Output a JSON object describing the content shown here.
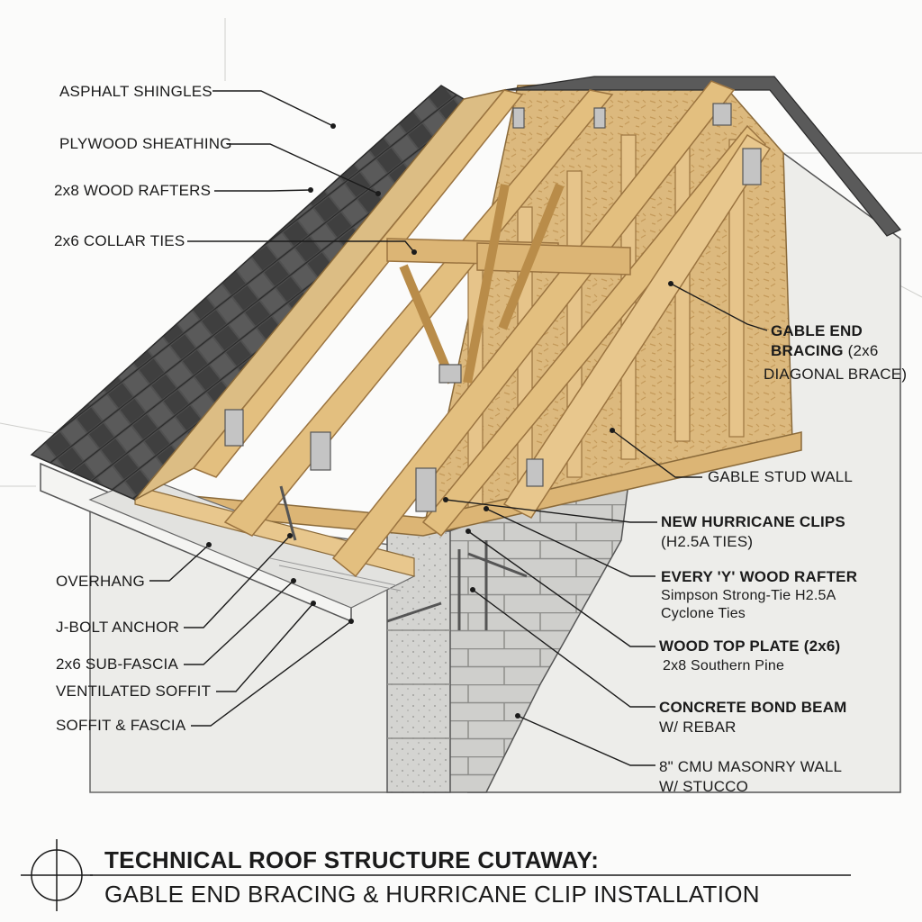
{
  "labels": {
    "asphalt_shingles": "ASPHALT SHINGLES",
    "plywood_sheathing": "PLYWOOD SHEATHING",
    "wood_rafters": "2x8 WOOD RAFTERS",
    "collar_ties": "2x6 COLLAR TIES",
    "gable_bracing_1": "GABLE END",
    "gable_bracing_2a": "BRACING",
    "gable_bracing_2b": " (2x6",
    "gable_bracing_3": "DIAGONAL BRACE)",
    "gable_stud_wall": "GABLE STUD WALL",
    "hurricane_clips_1": "NEW HURRICANE CLIPS",
    "hurricane_clips_2": "(H2.5A TIES)",
    "every_rafter_1": "EVERY 'Y' WOOD RAFTER",
    "every_rafter_2": "Simpson Strong-Tie H2.5A",
    "every_rafter_3": "Cyclone Ties",
    "top_plate_1": "WOOD TOP PLATE (2x6)",
    "top_plate_2": "2x8 Southern Pine",
    "bond_beam_1": "CONCRETE BOND BEAM",
    "bond_beam_2": "W/ REBAR",
    "cmu_wall_1": "8\" CMU MASONRY WALL",
    "cmu_wall_2": "W/ STUCCO",
    "overhang": "OVERHANG",
    "j_bolt": "J-BOLT ANCHOR",
    "sub_fascia": "2x6 SUB-FASCIA",
    "ventilated_soffit": "VENTILATED SOFFIT",
    "soffit_fascia": "SOFFIT & FASCIA"
  },
  "title": {
    "line1": "TECHNICAL ROOF STRUCTURE CUTAWAY:",
    "line2": "GABLE END BRACING & HURRICANE CLIP INSTALLATION"
  },
  "colors": {
    "lumber": "#e3bf7f",
    "lumber_dark": "#b98c49",
    "osb": "#d9b57a",
    "shingle": "#4a4a4a",
    "concrete": "#c9c9c6",
    "stucco": "#ecece9",
    "ink": "#1b1b1b"
  }
}
